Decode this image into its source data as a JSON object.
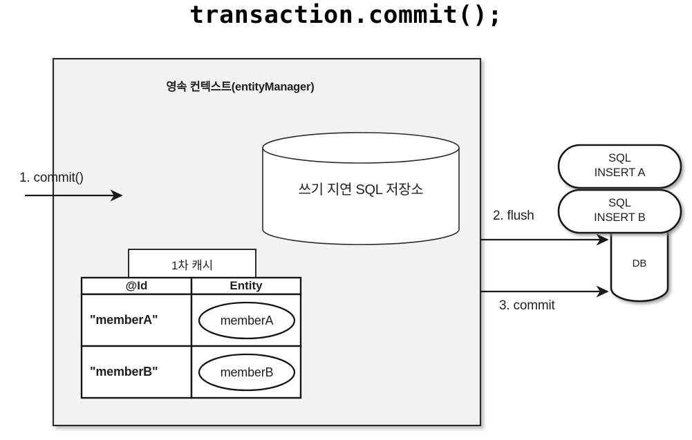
{
  "title": "transaction.commit();",
  "persistence_context": {
    "header": "영속 컨텍스트(entityManager)",
    "sql_store": {
      "label": "쓰기 지연 SQL 저장소",
      "icon": "cylinder-icon"
    },
    "first_level_cache": {
      "tab_label": "1차 캐시",
      "columns": [
        "@Id",
        "Entity"
      ],
      "rows": [
        {
          "id": "\"memberA\"",
          "entity": "memberA"
        },
        {
          "id": "\"memberB\"",
          "entity": "memberB"
        }
      ]
    }
  },
  "steps": [
    {
      "label": "1. commit()"
    },
    {
      "label": "2. flush"
    },
    {
      "label": "3. commit"
    }
  ],
  "sql_statements": [
    {
      "line1": "SQL",
      "line2": "INSERT A"
    },
    {
      "line1": "SQL",
      "line2": "INSERT B"
    }
  ],
  "database": {
    "label": "DB",
    "icon": "database-cylinder-icon"
  },
  "colors": {
    "context_fill": "#f2f2f2",
    "shape_fill": "#ffffff",
    "stroke": "#2b2b2b",
    "text": "#1f1f1f",
    "background": "#ffffff"
  }
}
